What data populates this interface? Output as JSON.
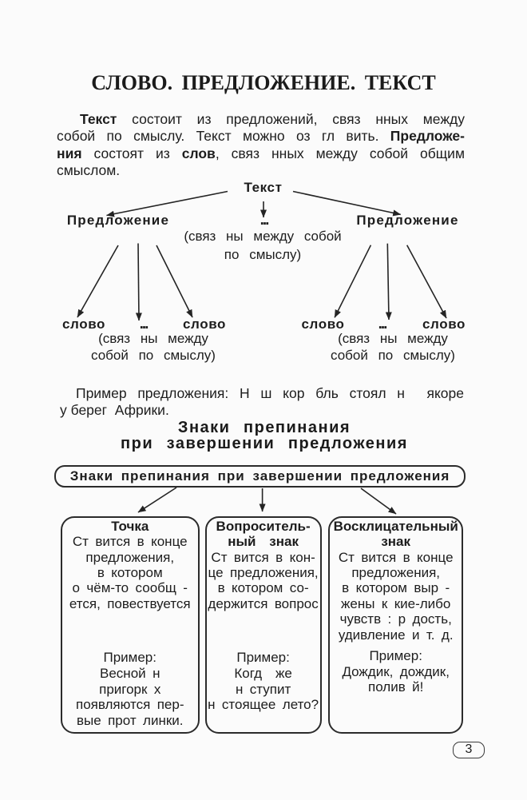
{
  "page": {
    "title": "СЛОВО. ПРЕДЛОЖЕНИЕ. ТЕКСТ",
    "number": "3",
    "colors": {
      "text": "#1d1d1d",
      "border": "#2b2b2b",
      "background": "#fbfbfb"
    }
  },
  "intro": {
    "lines": [
      [
        {
          "t": "Текст",
          "b": true
        },
        {
          "t": " состоит из предложений, связ нных между",
          "b": false
        }
      ],
      [
        {
          "t": "собой по смыслу. Текст можно оз гл вить. ",
          "b": false
        },
        {
          "t": "Предложе-",
          "b": true
        }
      ],
      [
        {
          "t": "ния",
          "b": true
        },
        {
          "t": " состоят из ",
          "b": false
        },
        {
          "t": "слов",
          "b": true
        },
        {
          "t": ", связ нных между собой общим",
          "b": false
        }
      ],
      [
        {
          "t": "смыслом.",
          "b": false
        }
      ]
    ]
  },
  "tree": {
    "root": "Текст",
    "sentence": "Предложение",
    "ellipsis": "...",
    "root_caption_lines": [
      "(связ ны между собой",
      "по смыслу)"
    ],
    "word": "слово",
    "word_caption_lines": [
      "(связ ны между",
      "собой по смыслу)"
    ]
  },
  "example": {
    "line1": "Пример предложения: Н ш кор бль стоял н  якоре",
    "line2": "у берег  Африки."
  },
  "section": {
    "heading_lines": [
      "Знаки препинания",
      "при завершении предложения"
    ]
  },
  "flow": {
    "title": "Знаки препинания при завершении предложения",
    "boxes": [
      {
        "title_lines": [
          "Точка"
        ],
        "body_lines": [
          "Ст вится в конце",
          "предложения,",
          "в котором",
          "о чём-то сообщ -",
          "ется, повествуется"
        ],
        "example_lines": [
          "Пример:",
          "Весной н",
          "пригорк х",
          "появляются пер-",
          "вые прот линки."
        ]
      },
      {
        "title_lines": [
          "Вопроситель-",
          "ный  знак"
        ],
        "body_lines": [
          "Ст вится в кон-",
          "це предложения,",
          "в котором со-",
          "держится вопрос"
        ],
        "example_lines": [
          "Пример:",
          "Когд  же",
          "н ступит",
          "н стоящее лето?"
        ]
      },
      {
        "title_lines": [
          "Восклицательный",
          "знак"
        ],
        "body_lines": [
          "Ст вится в конце",
          "предложения,",
          "в котором выр -",
          "жены к кие-либо",
          "чувств : р дость,",
          "удивление и т. д."
        ],
        "example_lines": [
          "Пример:",
          "Дождик, дождик,",
          "полив й!"
        ]
      }
    ]
  }
}
